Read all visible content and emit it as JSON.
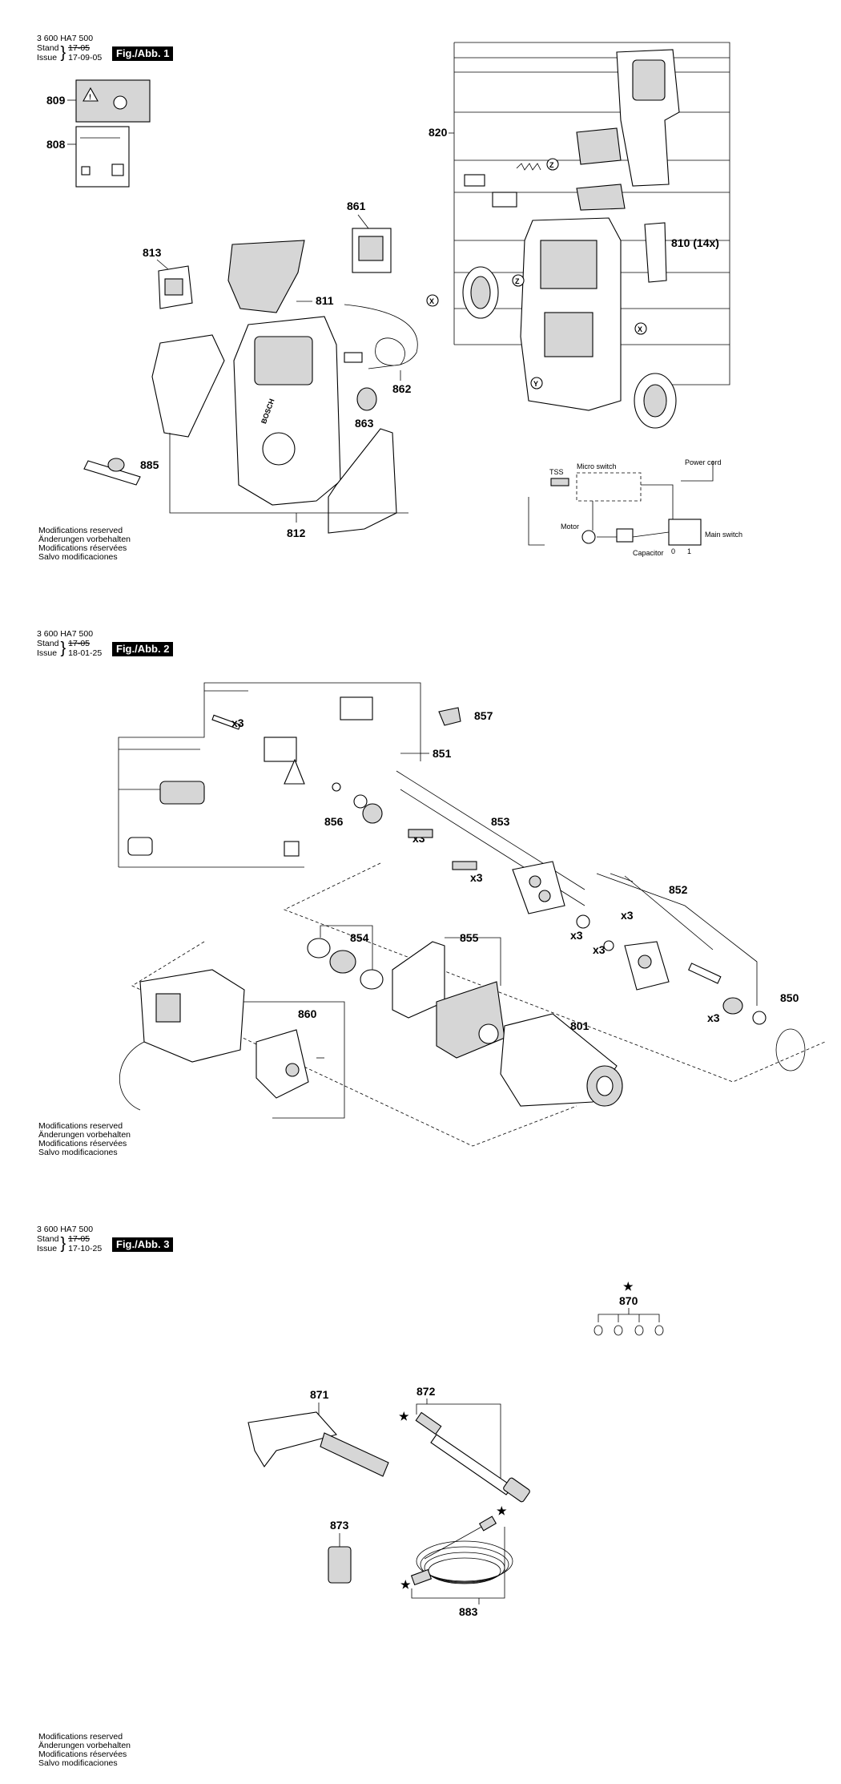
{
  "figures": [
    {
      "doc_number": "3 600 HA7 500",
      "stand_label": "Stand",
      "stand_old": "17-05",
      "issue_label": "Issue",
      "issue_date": "17-09-05",
      "fig_label": "Fig./Abb. 1",
      "parts": {
        "p809": "809",
        "p808": "808",
        "p820": "820",
        "p861": "861",
        "p813": "813",
        "p811": "811",
        "p810": "810 (14x)",
        "p862": "862",
        "p863": "863",
        "p885": "885",
        "p812": "812"
      },
      "callouts": {
        "z1": "Z",
        "z2": "Z",
        "x1": "X",
        "x2": "X",
        "y1": "Y"
      },
      "wiring": {
        "tss": "TSS",
        "micro_switch": "Micro switch",
        "power_cord": "Power cord",
        "motor": "Motor",
        "capacitor": "Capacitor",
        "main_switch": "Main switch",
        "pos0": "0",
        "pos1": "1"
      },
      "modifications": [
        "Modifications reserved",
        "Änderungen vorbehalten",
        "Modifications réservées",
        "Salvo modificaciones"
      ]
    },
    {
      "doc_number": "3 600 HA7 500",
      "stand_label": "Stand",
      "stand_old": "17-05",
      "issue_label": "Issue",
      "issue_date": "18-01-25",
      "fig_label": "Fig./Abb. 2",
      "parts": {
        "p857": "857",
        "p851": "851",
        "p856": "856",
        "p853": "853",
        "p852": "852",
        "p854": "854",
        "p855": "855",
        "p850": "850",
        "p860": "860",
        "p801": "801"
      },
      "qty": {
        "q1": "x3",
        "q2": "x3",
        "q3": "x3",
        "q4": "x3",
        "q5": "x3",
        "q6": "x3",
        "q7": "x3"
      },
      "modifications": [
        "Modifications reserved",
        "Änderungen vorbehalten",
        "Modifications réservées",
        "Salvo modificaciones"
      ]
    },
    {
      "doc_number": "3 600 HA7 500",
      "stand_label": "Stand",
      "stand_old": "17-05",
      "issue_label": "Issue",
      "issue_date": "17-10-25",
      "fig_label": "Fig./Abb. 3",
      "parts": {
        "p870": "870",
        "p871": "871",
        "p872": "872",
        "p873": "873",
        "p883": "883"
      },
      "stars": {
        "s1": "★",
        "s2": "★",
        "s3": "★",
        "s4": "★"
      },
      "modifications": [
        "Modifications reserved",
        "Änderungen vorbehalten",
        "Modifications réservées",
        "Salvo modificaciones"
      ]
    }
  ],
  "colors": {
    "ink": "#000000",
    "paper": "#ffffff",
    "label_fill": "#d6d6d6"
  }
}
